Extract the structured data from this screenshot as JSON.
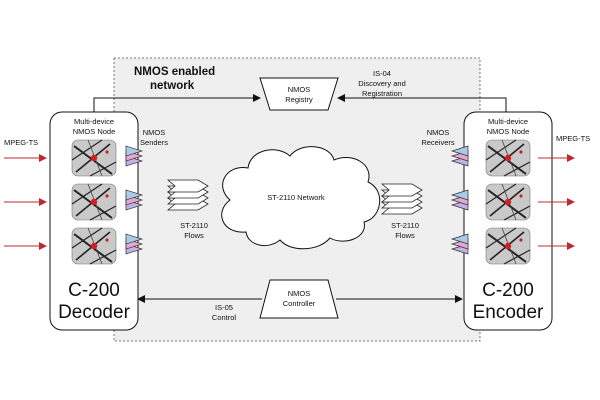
{
  "network": {
    "title_line1": "NMOS enabled",
    "title_line2": "network",
    "cloud_label": "ST-2110 Network"
  },
  "registry": {
    "line1": "NMOS",
    "line2": "Registry"
  },
  "controller": {
    "line1": "NMOS",
    "line2": "Controller"
  },
  "is04": {
    "line1": "IS-04",
    "line2": "Discovery and",
    "line3": "Registration"
  },
  "is05": {
    "line1": "IS-05",
    "line2": "Control"
  },
  "decoder": {
    "node_line1": "Multi-device",
    "node_line2": "NMOS Node",
    "name_line1": "C-200",
    "name_line2": "Decoder",
    "senders_line1": "NMOS",
    "senders_line2": "Senders",
    "input_label": "MPEG-TS"
  },
  "encoder": {
    "node_line1": "Multi-device",
    "node_line2": "NMOS Node",
    "name_line1": "C-200",
    "name_line2": "Encoder",
    "receivers_line1": "NMOS",
    "receivers_line2": "Receivers",
    "output_label": "MPEG-TS"
  },
  "flows_left": {
    "line1": "ST-2110",
    "line2": "Flows"
  },
  "flows_right": {
    "line1": "ST-2110",
    "line2": "Flows"
  },
  "colors": {
    "arrow_red": "#c0282a",
    "chip_bg": "#c9c9c9",
    "chip_center": "#d22020",
    "stack_blue": "#a9cbe8",
    "stack_pink": "#e5a9cf",
    "stack_purple": "#c3b0e4",
    "network_bg": "#efefef"
  }
}
